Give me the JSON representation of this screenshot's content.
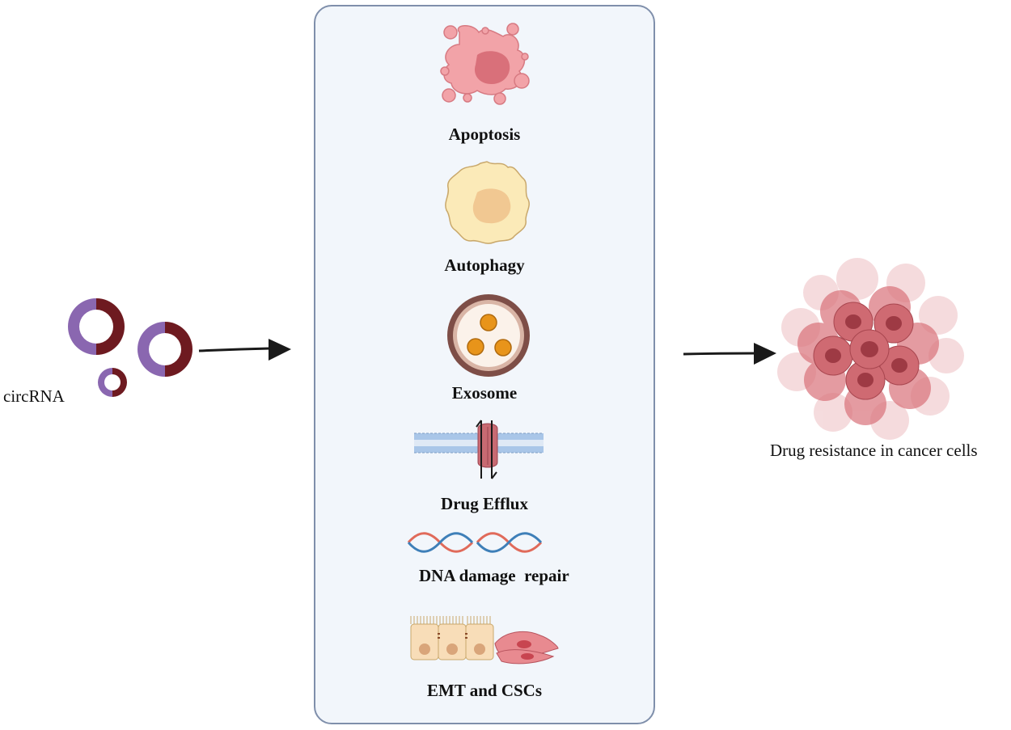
{
  "diagram": {
    "source_label": "circRNA",
    "mechanisms": [
      {
        "label": "Apoptosis",
        "icon": "apoptotic-cell-icon"
      },
      {
        "label": "Autophagy",
        "icon": "autophagy-cell-icon"
      },
      {
        "label": "Exosome",
        "icon": "exosome-icon"
      },
      {
        "label": "Drug Efflux",
        "icon": "membrane-transporter-icon"
      },
      {
        "label": "DNA damage  repair",
        "icon": "dna-helix-icon"
      },
      {
        "label": "EMT and CSCs",
        "icon": "epithelial-mesenchymal-cells-icon"
      }
    ],
    "outcome_label": "Drug resistance in cancer cells",
    "colors": {
      "circ_purple": "#8a67b0",
      "circ_maroon": "#6e1a20",
      "panel_fill": "#f2f6fb",
      "panel_border": "#7f8fab",
      "arrow": "#1a1a1a",
      "apoptosis_pink": "#f2a3a8",
      "autophagy_yellow": "#fbeab8",
      "exosome_orange": "#e8941a",
      "tumor_red": "#cf6a72"
    }
  }
}
